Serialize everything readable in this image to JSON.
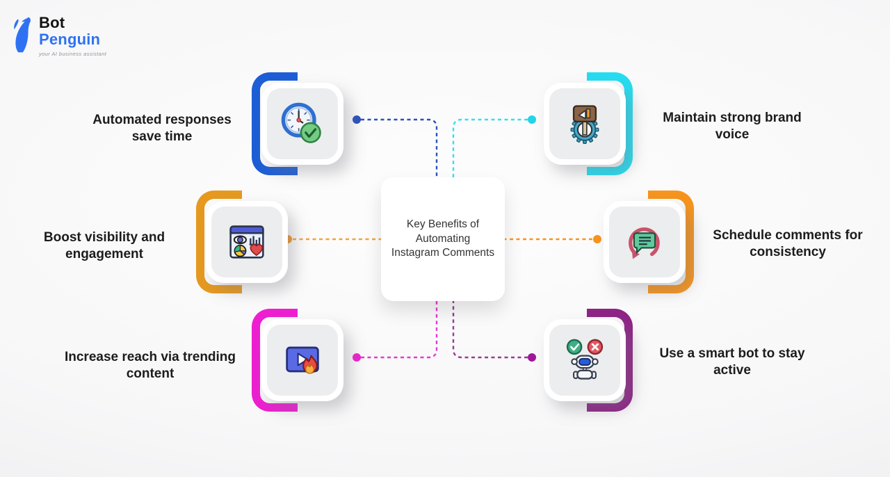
{
  "logo": {
    "bot": "Bot",
    "penguin": "Penguin",
    "tagline": "your AI business assistant",
    "blue": "#2e72f3",
    "dark": "#121212"
  },
  "center": {
    "title": "Key Benefits of Automating Instagram Comments"
  },
  "benefits": [
    {
      "label": "Automated responses save time",
      "side": "left",
      "icon": "clock-check-icon",
      "accent": "#1d5ed6",
      "line": "#2a52bd",
      "dot": "#2a52bd"
    },
    {
      "label": "Boost visibility and engagement",
      "side": "left",
      "icon": "analytics-window-icon",
      "accent": "#e6991f",
      "line": "#f2a33c",
      "dot": "#f0962c"
    },
    {
      "label": "Increase reach via trending content",
      "side": "left",
      "icon": "trending-video-icon",
      "accent": "#ed1fd1",
      "line": "#e838cf",
      "dot": "#ee22ce"
    },
    {
      "label": "Maintain strong brand voice",
      "side": "right",
      "icon": "gear-megaphone-icon",
      "accent": "#27dcf0",
      "line": "#35dff0",
      "dot": "#22d4ea"
    },
    {
      "label": "Schedule comments for consistency",
      "side": "right",
      "icon": "comment-refresh-icon",
      "accent": "#f7941d",
      "line": "#f7941d",
      "dot": "#f7941d"
    },
    {
      "label": "Use a smart bot to stay active",
      "side": "right",
      "icon": "robot-check-x-icon",
      "accent": "#8e2486",
      "line": "#9a3a94",
      "dot": "#a0169a"
    }
  ]
}
